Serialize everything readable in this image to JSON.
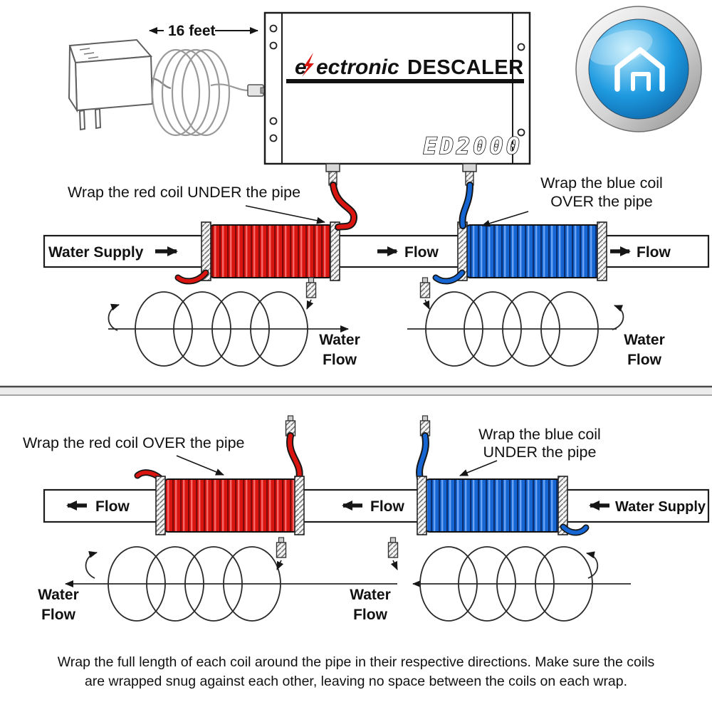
{
  "colors": {
    "red": "#da1510",
    "blue": "#1565d2",
    "badge_blue": "#1e9ae0",
    "outline": "#161616"
  },
  "unit": {
    "cable_length_label": "16 feet",
    "brand_prefix": "e",
    "brand_suffix": "ectronic",
    "brand_word2": "DESCALER",
    "model": "ED2000"
  },
  "install_top": {
    "red_coil_note": "Wrap the red coil UNDER the pipe",
    "blue_coil_note_line1": "Wrap the blue coil",
    "blue_coil_note_line2": "OVER the pipe",
    "water_supply_label": "Water Supply",
    "flow_label_mid": "Flow",
    "flow_label_right": "Flow",
    "water_flow_left_line1": "Water",
    "water_flow_left_line2": "Flow",
    "water_flow_right_line1": "Water",
    "water_flow_right_line2": "Flow"
  },
  "install_bottom": {
    "red_coil_note": "Wrap the red coil OVER the pipe",
    "blue_coil_note_line1": "Wrap the blue coil",
    "blue_coil_note_line2": "UNDER the pipe",
    "flow_label_left": "Flow",
    "flow_label_mid": "Flow",
    "water_supply_label": "Water Supply",
    "water_flow_left_line1": "Water",
    "water_flow_left_line2": "Flow",
    "water_flow_mid_line1": "Water",
    "water_flow_mid_line2": "Flow"
  },
  "footer": {
    "line1": "Wrap the full length of each coil around the pipe in their respective directions. Make sure the coils",
    "line2": "are wrapped snug against each other, leaving no space between the coils on each wrap."
  }
}
